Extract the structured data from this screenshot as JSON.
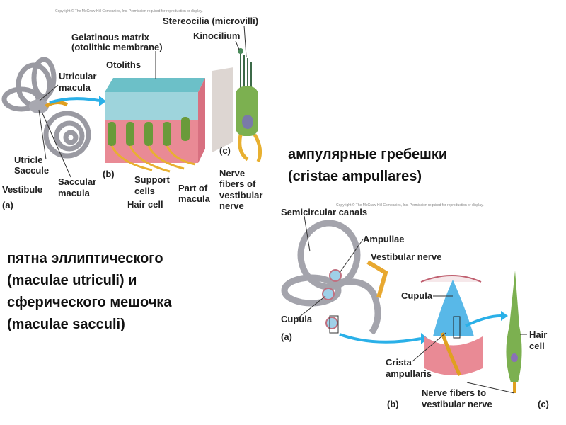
{
  "figure_top": {
    "copyright": "Copyright © The McGraw-Hill Companies, Inc. Permission required for reproduction or display.",
    "labels": {
      "stereocilia": "Stereocilia (microvilli)",
      "kinocilium": "Kinocilium",
      "gelatinous_1": "Gelatinous matrix",
      "gelatinous_2": "(otolithic membrane)",
      "otoliths": "Otoliths",
      "utricular_1": "Utricular",
      "utricular_2": "macula",
      "panel_c": "(c)",
      "utricle": "Utricle",
      "saccule": "Saccule",
      "panel_b": "(b)",
      "saccular_1": "Saccular",
      "saccular_2": "macula",
      "vestibule": "Vestibule",
      "panel_a": "(a)",
      "support_1": "Support",
      "support_2": "cells",
      "hair_cell": "Hair cell",
      "part_1": "Part of",
      "part_2": "macula",
      "nerve_1": "Nerve",
      "nerve_2": "fibers of",
      "nerve_3": "vestibular",
      "nerve_4": "nerve"
    }
  },
  "figure_bottom": {
    "copyright": "Copyright © The McGraw-Hill Companies, Inc. Permission required for reproduction or display.",
    "labels": {
      "semicircular": "Semicircular canals",
      "ampullae": "Ampullae",
      "vestibular_nerve": "Vestibular nerve",
      "cupula_b": "Cupula",
      "cupula_a": "Cupula",
      "panel_a": "(a)",
      "hair_1": "Hair",
      "hair_2": "cell",
      "crista_1": "Crista",
      "crista_2": "ampullaris",
      "nerve_1": "Nerve fibers to",
      "nerve_2": "vestibular nerve",
      "panel_b": "(b)",
      "panel_c": "(c)"
    }
  },
  "captions": {
    "cristae": [
      "ампулярные гребешки",
      "(cristae ampullares)"
    ],
    "maculae": [
      "пятна эллиптического",
      "(maculae utriculi) и",
      "сферического мешочка",
      "(maculae sacculi)"
    ]
  }
}
